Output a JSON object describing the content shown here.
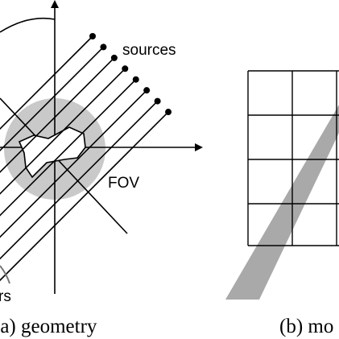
{
  "panel_a": {
    "sources_label": "sources",
    "fov_label": "FOV",
    "detectors_label_fragment": "rs",
    "caption": "(a) geometry"
  },
  "panel_b": {
    "caption_fragment": "(b) mo"
  },
  "colors": {
    "fov_disk": "#c9c9c9",
    "strip": "#a9a9a9",
    "ink": "#000000",
    "background": "#ffffff"
  }
}
